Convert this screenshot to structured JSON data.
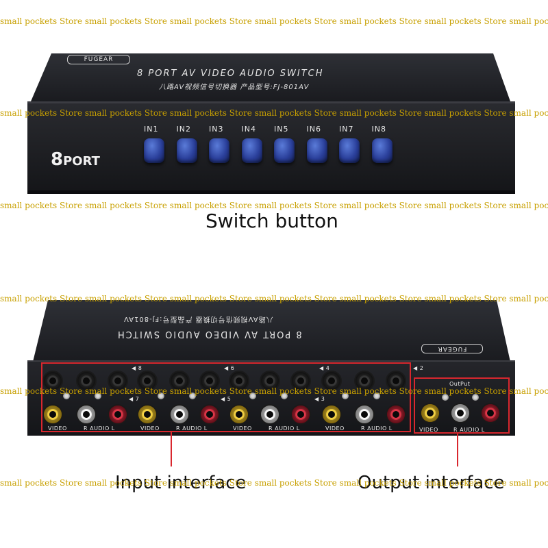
{
  "watermark": {
    "text": "small pockets Store",
    "color": "#c8a000"
  },
  "top_device": {
    "brand": "FUGEAR",
    "title": "8 PORT AV VIDEO AUDIO SWITCH",
    "subtitle": "八路AV视频信号切换器 产品型号:FJ-801AV",
    "port_logo_num": "8",
    "port_logo_text": "PORT",
    "buttons": [
      "IN1",
      "IN2",
      "IN3",
      "IN4",
      "IN5",
      "IN6",
      "IN7",
      "IN8"
    ],
    "button_color": "#2a3f9a"
  },
  "captions": {
    "switch": "Switch button",
    "input": "Input interface",
    "output": "Output interface"
  },
  "bottom_device": {
    "brand": "FUGEAR",
    "title": "8 PORT AV VIDEO AUDIO SWITCH",
    "subtitle": "八路AV视频信号切换器 产品型号:FJ-801AV",
    "top_numbers": [
      "8",
      "6",
      "4",
      "2"
    ],
    "bottom_numbers": [
      "7",
      "5",
      "3"
    ],
    "group_labels": [
      "VIDEO",
      "R  AUDIO  L"
    ],
    "output_label": "OutPut",
    "highlight_color": "#d9272e"
  },
  "jack_colors": {
    "video": "#f6d64a",
    "audio_r": "#e0394a",
    "audio_l": "#ffffff",
    "inactive": "#2a2a2a"
  }
}
